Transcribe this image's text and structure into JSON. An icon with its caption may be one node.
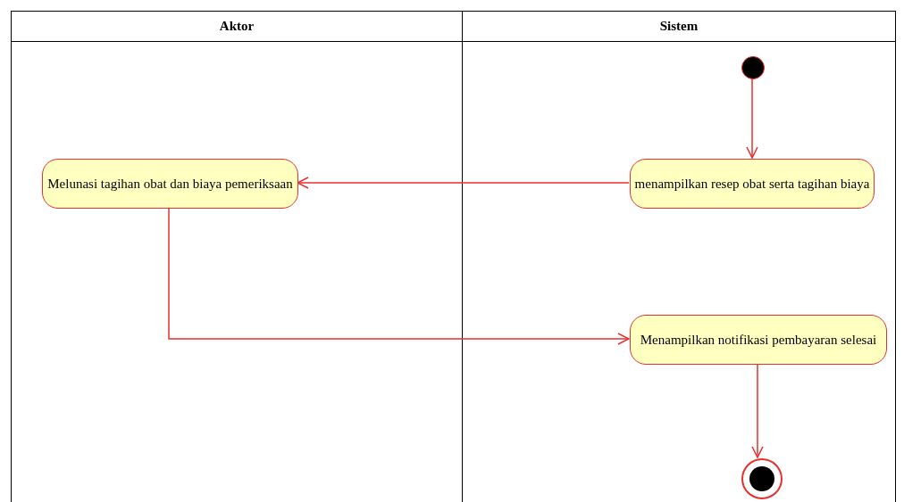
{
  "diagram": {
    "nodes": [
      {
        "text": [
          "Aktor"
        ]
      },
      {
        "text": [
          "Sistem"
        ]
      },
      {
        "text": [],
        "shape": "circle",
        "in": 1
      },
      {
        "text": [
          "menampilkan resep obat serta tagihan biaya"
        ],
        "in": 1
      },
      {
        "text": [
          "Melunasi tagihan obat dan biaya pemeriksaan"
        ],
        "in": 0
      },
      {
        "text": [
          "Menampilkan notifikasi pembayaran selesai"
        ],
        "in": 1
      },
      {
        "text": [],
        "shape": "circle",
        "in": 1
      }
    ],
    "edges": [
      {
        "from": 2,
        "to": 3,
        "arrow": "to"
      },
      {
        "from": 3,
        "to": 4,
        "arrow": "to"
      },
      {
        "from": 4,
        "to": 5,
        "arrow": "to"
      },
      {
        "from": 5,
        "to": 6,
        "arrow": "to"
      }
    ]
  }
}
